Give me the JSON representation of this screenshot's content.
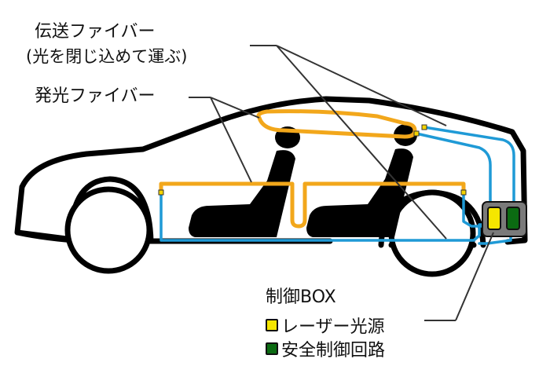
{
  "labels": {
    "transmission_fiber_line1": "伝送ファイバー",
    "transmission_fiber_line2": "(光を閉じ込めて運ぶ)",
    "emitting_fiber": "発光ファイバー",
    "control_box_title": "制御BOX",
    "laser_source": "レーザー光源",
    "safety_circuit": "安全制御回路"
  },
  "colors": {
    "emitting_fiber": "#f2a71b",
    "transmission_fiber": "#1f9ad6",
    "car_outline": "#000000",
    "seat": "#000000",
    "laser_source": "#f5e600",
    "safety_circuit": "#0b6b12",
    "box_fill": "#7a7a7a",
    "leader_line": "#333333"
  }
}
